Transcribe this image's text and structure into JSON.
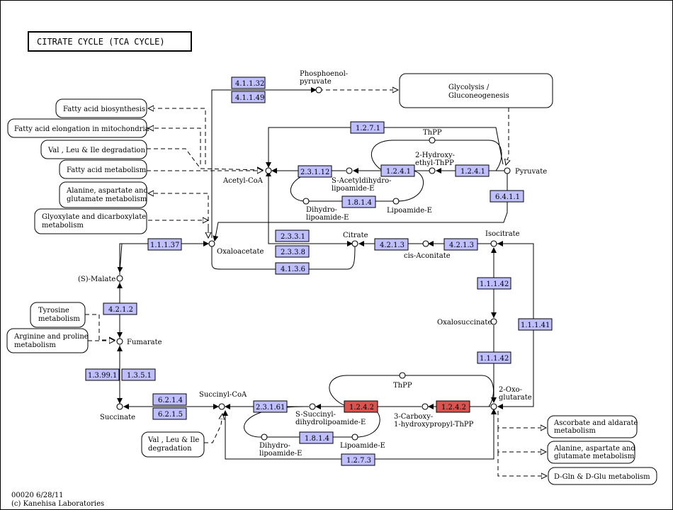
{
  "title": "CITRATE CYCLE (TCA CYCLE)",
  "footer": {
    "code": "00020 6/28/11",
    "copyright": "(c) Kanehisa Laboratories"
  },
  "maps": {
    "glycolysis": [
      "Glycolysis /",
      "Gluconeogenesis"
    ],
    "fatty_acid_biosynthesis": "Fatty acid biosynthesis",
    "fatty_acid_elongation": "Fatty acid elongation in mitochondria",
    "val_leu_ile_top": "Val , Leu & Ile degradation",
    "fatty_acid_metabolism": "Fatty acid metabolism",
    "alanine_top": [
      "Alanine, aspartate and",
      "glutamate metabolism"
    ],
    "glyoxylate": [
      "Glyoxylate and dicarboxylate",
      "metabolism"
    ],
    "tyrosine": [
      "Tyrosine",
      "metabolism"
    ],
    "arginine": [
      "Arginine and proline",
      "metabolism"
    ],
    "val_leu_ile_bottom": [
      "Val , Leu & Ile",
      "degradation"
    ],
    "ascorbate": [
      "Ascorbate and aldarate",
      "metabolism"
    ],
    "alanine_bottom": [
      "Alanine, aspartate and",
      "glutamate metabolism"
    ],
    "dgln": "D-Gln & D-Glu metabolism"
  },
  "compounds": {
    "pep": [
      "Phosphoenol-",
      "pyruvate"
    ],
    "thpp_top": "ThPP",
    "hydroxyethyl": [
      "2-Hydroxy-",
      "ethyl-ThPP"
    ],
    "pyruvate": "Pyruvate",
    "acetyl_coa": "Acetyl-CoA",
    "s_acetyl": [
      "S-Acetyldihydro-",
      "lipoamide-E"
    ],
    "dihydro_top": [
      "Dihydro-",
      "lipoamide-E"
    ],
    "lipoamide_top": "Lipoamide-E",
    "oxaloacetate": "Oxaloacetate",
    "citrate": "Citrate",
    "cis_aconitate": "cis-Aconitate",
    "isocitrate": "Isocitrate",
    "malate": "(S)-Malate",
    "oxalosuccinate": "Oxalosuccinate",
    "fumarate": "Fumarate",
    "thpp_bottom": "ThPP",
    "oxoglutarate": [
      "2-Oxo-",
      "glutarate"
    ],
    "succinyl_coa": "Succinyl-CoA",
    "succinate": "Succinate",
    "s_succinyl": [
      "S-Succinyl-",
      "dihydrolipoamide-E"
    ],
    "carboxy": [
      "3-Carboxy-",
      "1-hydroxypropyl-ThPP"
    ],
    "dihydro_bottom": [
      "Dihydro-",
      "lipoamide-E"
    ],
    "lipoamide_bottom": "Lipoamide-E"
  },
  "enzymes": {
    "e4_1_1_32": "4.1.1.32",
    "e4_1_1_49": "4.1.1.49",
    "e1_2_7_1": "1.2.7.1",
    "e2_3_1_12": "2.3.1.12",
    "e1_2_4_1a": "1.2.4.1",
    "e1_2_4_1b": "1.2.4.1",
    "e1_8_1_4a": "1.8.1.4",
    "e6_4_1_1": "6.4.1.1",
    "e1_1_1_37": "1.1.1.37",
    "e2_3_3_1": "2.3.3.1",
    "e2_3_3_8": "2.3.3.8",
    "e4_1_3_6": "4.1.3.6",
    "e4_2_1_3a": "4.2.1.3",
    "e4_2_1_3b": "4.2.1.3",
    "e1_1_1_42a": "1.1.1.42",
    "e1_1_1_42b": "1.1.1.42",
    "e1_1_1_41": "1.1.1.41",
    "e4_2_1_2": "4.2.1.2",
    "e1_3_99_1": "1.3.99.1",
    "e1_3_5_1": "1.3.5.1",
    "e6_2_1_4": "6.2.1.4",
    "e6_2_1_5": "6.2.1.5",
    "e2_3_1_61": "2.3.1.61",
    "e1_2_4_2a": "1.2.4.2",
    "e1_2_4_2b": "1.2.4.2",
    "e1_8_1_4b": "1.8.1.4",
    "e1_2_7_3": "1.2.7.3"
  },
  "colors": {
    "enzyme_fill": "#bfbfff",
    "enzyme_highlight": "#d9534f",
    "line": "#000000"
  }
}
